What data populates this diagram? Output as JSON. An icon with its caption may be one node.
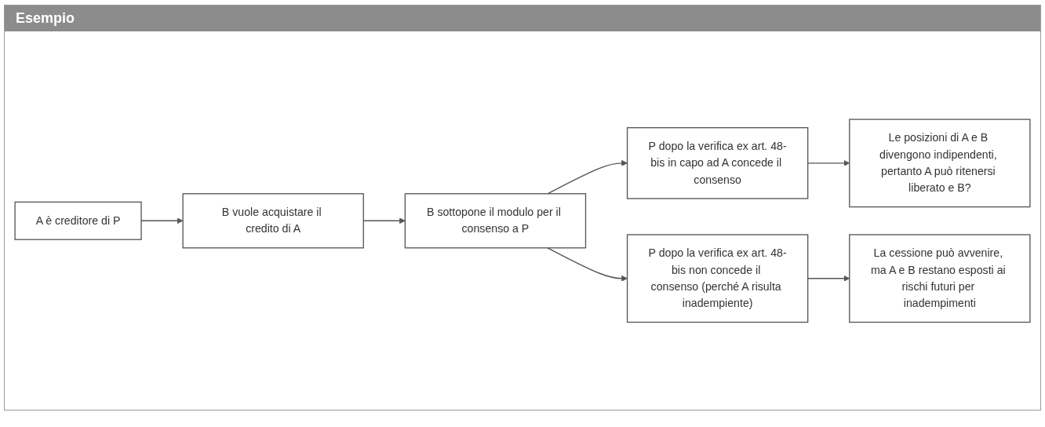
{
  "diagram": {
    "title": "Esempio",
    "nodes": [
      {
        "text": [
          "A è creditore di P"
        ]
      },
      {
        "text": [
          "B vuole acquistare il credito di A"
        ]
      },
      {
        "text": [
          "B sottopone il modulo per il consenso a P"
        ]
      },
      {
        "text": [
          "P dopo la verifica ex art. 48-bis in capo ad A concede il consenso"
        ]
      },
      {
        "text": [
          "P dopo la verifica ex art. 48-bis non concede il consenso (perché A risulta inadempiente)"
        ]
      },
      {
        "text": [
          "Le posizioni di A e B divengono indipendenti, pertanto A può ritenersi liberato e B?"
        ]
      },
      {
        "text": [
          "La cessione può avvenire, ma A e B restano esposti ai rischi futuri per inadempimenti"
        ]
      }
    ],
    "edges": [
      {
        "from": 0,
        "to": 1,
        "arrow": "to"
      },
      {
        "from": 1,
        "to": 2,
        "arrow": "to"
      },
      {
        "from": 2,
        "to": 3,
        "arrow": "to"
      },
      {
        "from": 2,
        "to": 4,
        "arrow": "to"
      },
      {
        "from": 3,
        "to": 5,
        "arrow": "to"
      },
      {
        "from": 4,
        "to": 6,
        "arrow": "to"
      }
    ]
  }
}
